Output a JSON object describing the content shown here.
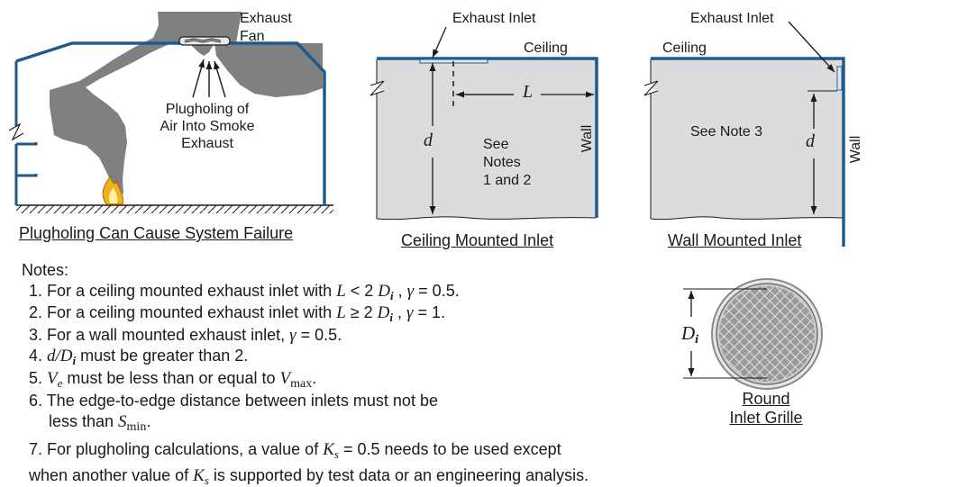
{
  "panel_plugholing": {
    "fan_label_line1": "Exhaust",
    "fan_label_line2": "Fan",
    "air_label_line1": "Plugholing of",
    "air_label_line2": "Air Into Smoke",
    "air_label_line3": "Exhaust",
    "caption": "Plugholing Can Cause System Failure"
  },
  "panel_ceiling": {
    "inlet_label": "Exhaust Inlet",
    "ceiling_label": "Ceiling",
    "wall_label": "Wall",
    "dim_L": "L",
    "dim_d": "d",
    "note_line1": "See",
    "note_line2": "Notes",
    "note_line3": "1 and 2",
    "caption": "Ceiling Mounted Inlet"
  },
  "panel_wall": {
    "inlet_label": "Exhaust Inlet",
    "ceiling_label": "Ceiling",
    "wall_label": "Wall",
    "dim_d": "d",
    "note": "See Note 3",
    "caption": "Wall Mounted Inlet"
  },
  "grille": {
    "dim_D": "D",
    "dim_i": "i",
    "caption_line1": "Round",
    "caption_line2": "Inlet Grille"
  },
  "notes": {
    "heading": "Notes:",
    "n1_a": "1. For a ceiling mounted exhaust inlet with ",
    "n1_L": "L",
    "n1_op": " < 2 ",
    "n1_D": "D",
    "n1_i": "i",
    "n1_sep": " , ",
    "n1_g": "γ",
    "n1_val": " = 0.5.",
    "n2_a": "2. For a ceiling mounted exhaust inlet with ",
    "n2_L": "L",
    "n2_op": " ≥ 2 ",
    "n2_D": "D",
    "n2_i": "i",
    "n2_sep": " , ",
    "n2_g": "γ",
    "n2_val": " = 1.",
    "n3_a": "3. For a wall mounted exhaust inlet, ",
    "n3_g": "γ",
    "n3_val": " = 0.5.",
    "n4_a": "4. ",
    "n4_dD": "d/D",
    "n4_i": "i",
    "n4_rest": " must be greater than 2.",
    "n5_a": "5. ",
    "n5_V": "V",
    "n5_e": "e",
    "n5_mid": " must be less than or equal to ",
    "n5_V2": "V",
    "n5_max": "max",
    "n5_end": ".",
    "n6_a": "6. The edge-to-edge distance between inlets must not be",
    "n6_b": "less than ",
    "n6_S": "S",
    "n6_min": "min",
    "n6_end": ".",
    "n7_a": "7. For plugholing calculations, a value of ",
    "n7_K": "K",
    "n7_s": "s",
    "n7_b": " = 0.5 needs to be used except",
    "n7_c": "when another value of ",
    "n7_K2": "K",
    "n7_s2": "s",
    "n7_d": " is supported by test data or an engineering analysis."
  },
  "colors": {
    "structure": "#1f5a8a",
    "smoke": "#808080",
    "room_fill": "#dcdcdc",
    "flame": "#f0b020"
  }
}
